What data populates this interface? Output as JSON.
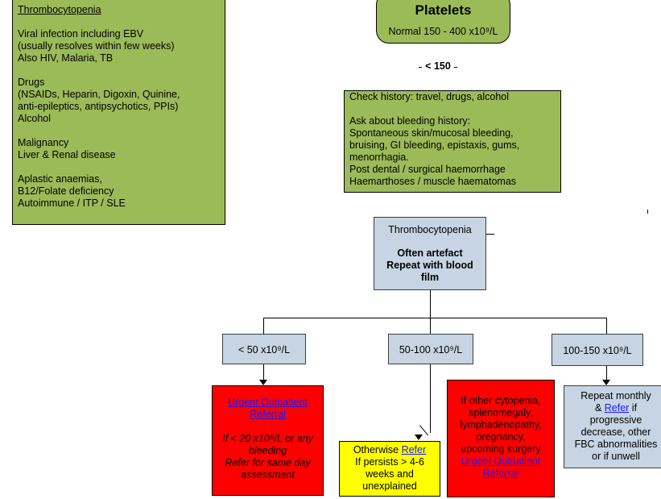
{
  "causes_box": {
    "title": "Thrombocytopenia",
    "groups": [
      [
        "Viral infection including EBV",
        "(usually resolves within few weeks)",
        "Also HIV, Malaria, TB"
      ],
      [
        "Drugs",
        "(NSAIDs, Heparin, Digoxin, Quinine,",
        "anti-epileptics, antipsychotics, PPIs)",
        "Alcohol"
      ],
      [
        "Malignancy",
        "Liver & Renal disease"
      ],
      [
        "Aplastic anaemias,",
        "B12/Folate deficiency",
        "Autoimmune / ITP / SLE"
      ]
    ]
  },
  "platelets_box": {
    "title": "Platelets",
    "normal": "Normal 150 - 400 x10⁹/L"
  },
  "threshold_label": "< 150",
  "history_box": {
    "line1": "Check history: travel, drugs, alcohol",
    "lines": [
      "Ask about bleeding history:",
      "Spontaneous skin/mucosal bleeding,",
      "bruising, GI bleeding, epistaxis, gums,",
      "menorrhagia.",
      "Post dental / surgical haemorrhage",
      "Haemarthoses / muscle haematomas"
    ]
  },
  "center_box": {
    "title": "Thrombocytopenia",
    "lines": [
      "Often artefact",
      "Repeat with blood",
      "film"
    ]
  },
  "ranges": {
    "low": "< 50 x10⁹/L",
    "mid": "50-100 x10⁹/L",
    "high": "100-150 x10⁹/L"
  },
  "urgent_box": {
    "link_line1": "Urgent Outpatient",
    "link_line2": "Referral",
    "lines": [
      "If < 20 x10⁹/L or any",
      "bleeding",
      "Refer for same day",
      "assessment"
    ]
  },
  "otherwise_box": {
    "prefix": "Otherwise ",
    "link": "Refer",
    "lines": [
      "If persists > 4-6",
      "weeks and",
      "unexplained"
    ]
  },
  "cytopenia_box": {
    "lines": [
      "If other cytopenia,",
      "splenomegaly,",
      "lymphadenopathy,",
      "pregnancy,",
      "upcoming surgery"
    ],
    "link_line1": "Urgent Outpatient",
    "link_line2": "Referral"
  },
  "monthly_box": {
    "line1": "Repeat monthly",
    "amp": "& ",
    "link": "Refer",
    "after_link": " if",
    "lines": [
      "progressive",
      "decrease, other",
      "FBC abnormalities",
      "or if unwell"
    ]
  },
  "colors": {
    "green": "#9bbb59",
    "blue_grey": "#c6d4e3",
    "red": "#ff0000",
    "yellow": "#ffff00",
    "link": "#1a1aff"
  }
}
